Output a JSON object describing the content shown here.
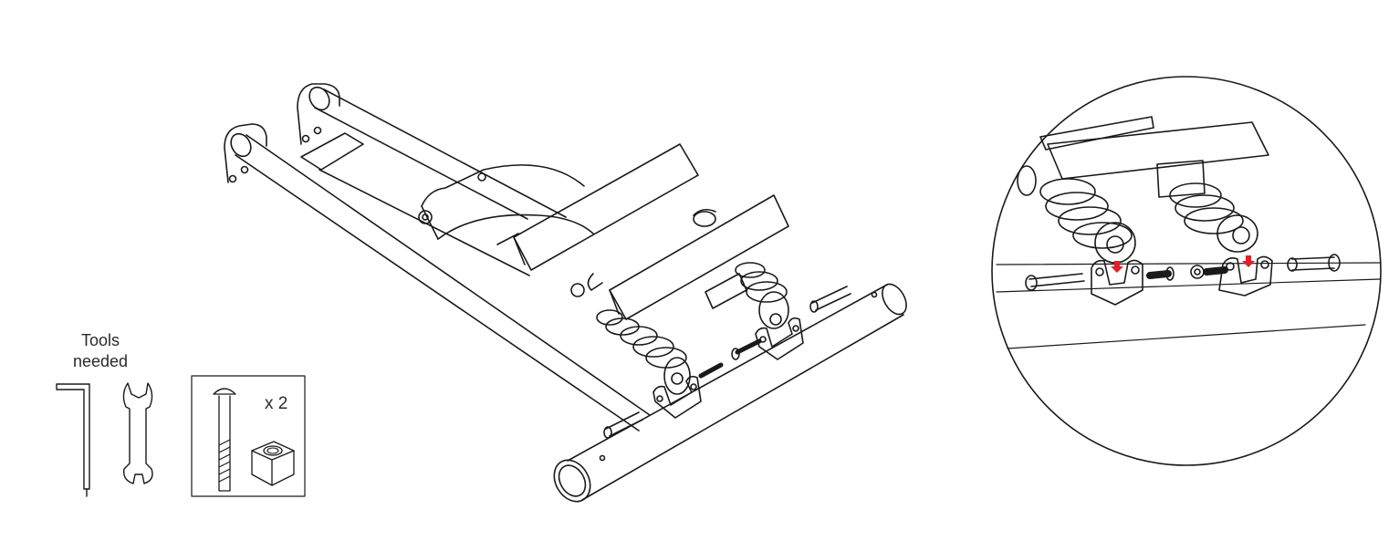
{
  "tools": {
    "label_line1": "Tools",
    "label_line2": "needed",
    "items": [
      "hex-key-icon",
      "wrench-icon"
    ]
  },
  "parts": {
    "quantity": "x 2",
    "items": [
      "bolt-icon",
      "nut-icon"
    ]
  },
  "colors": {
    "line": "#1a1a1a",
    "arrow": "#e0202a"
  }
}
